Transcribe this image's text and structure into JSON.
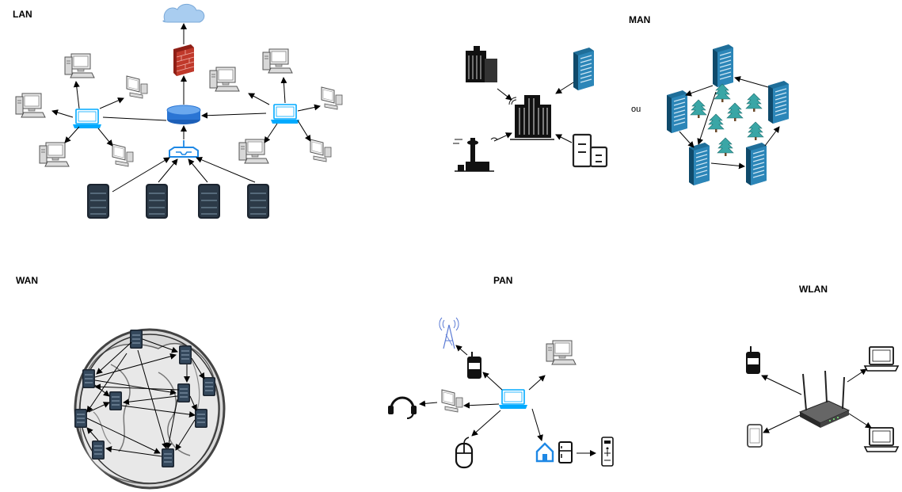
{
  "sections": {
    "lan": "LAN",
    "man": "MAN",
    "wan": "WAN",
    "pan": "PAN",
    "wlan": "WLAN"
  },
  "man_alternative": "ou",
  "colors": {
    "laptop_screen": "#00aaff",
    "hub": "#2a75d4",
    "firewall": "#c0392b",
    "cloud": "#a9cdf0",
    "building_blue": "#1f6e99",
    "tree": "#3aa6a6",
    "server": "#1c2530",
    "home_blue": "#1e88e5"
  }
}
